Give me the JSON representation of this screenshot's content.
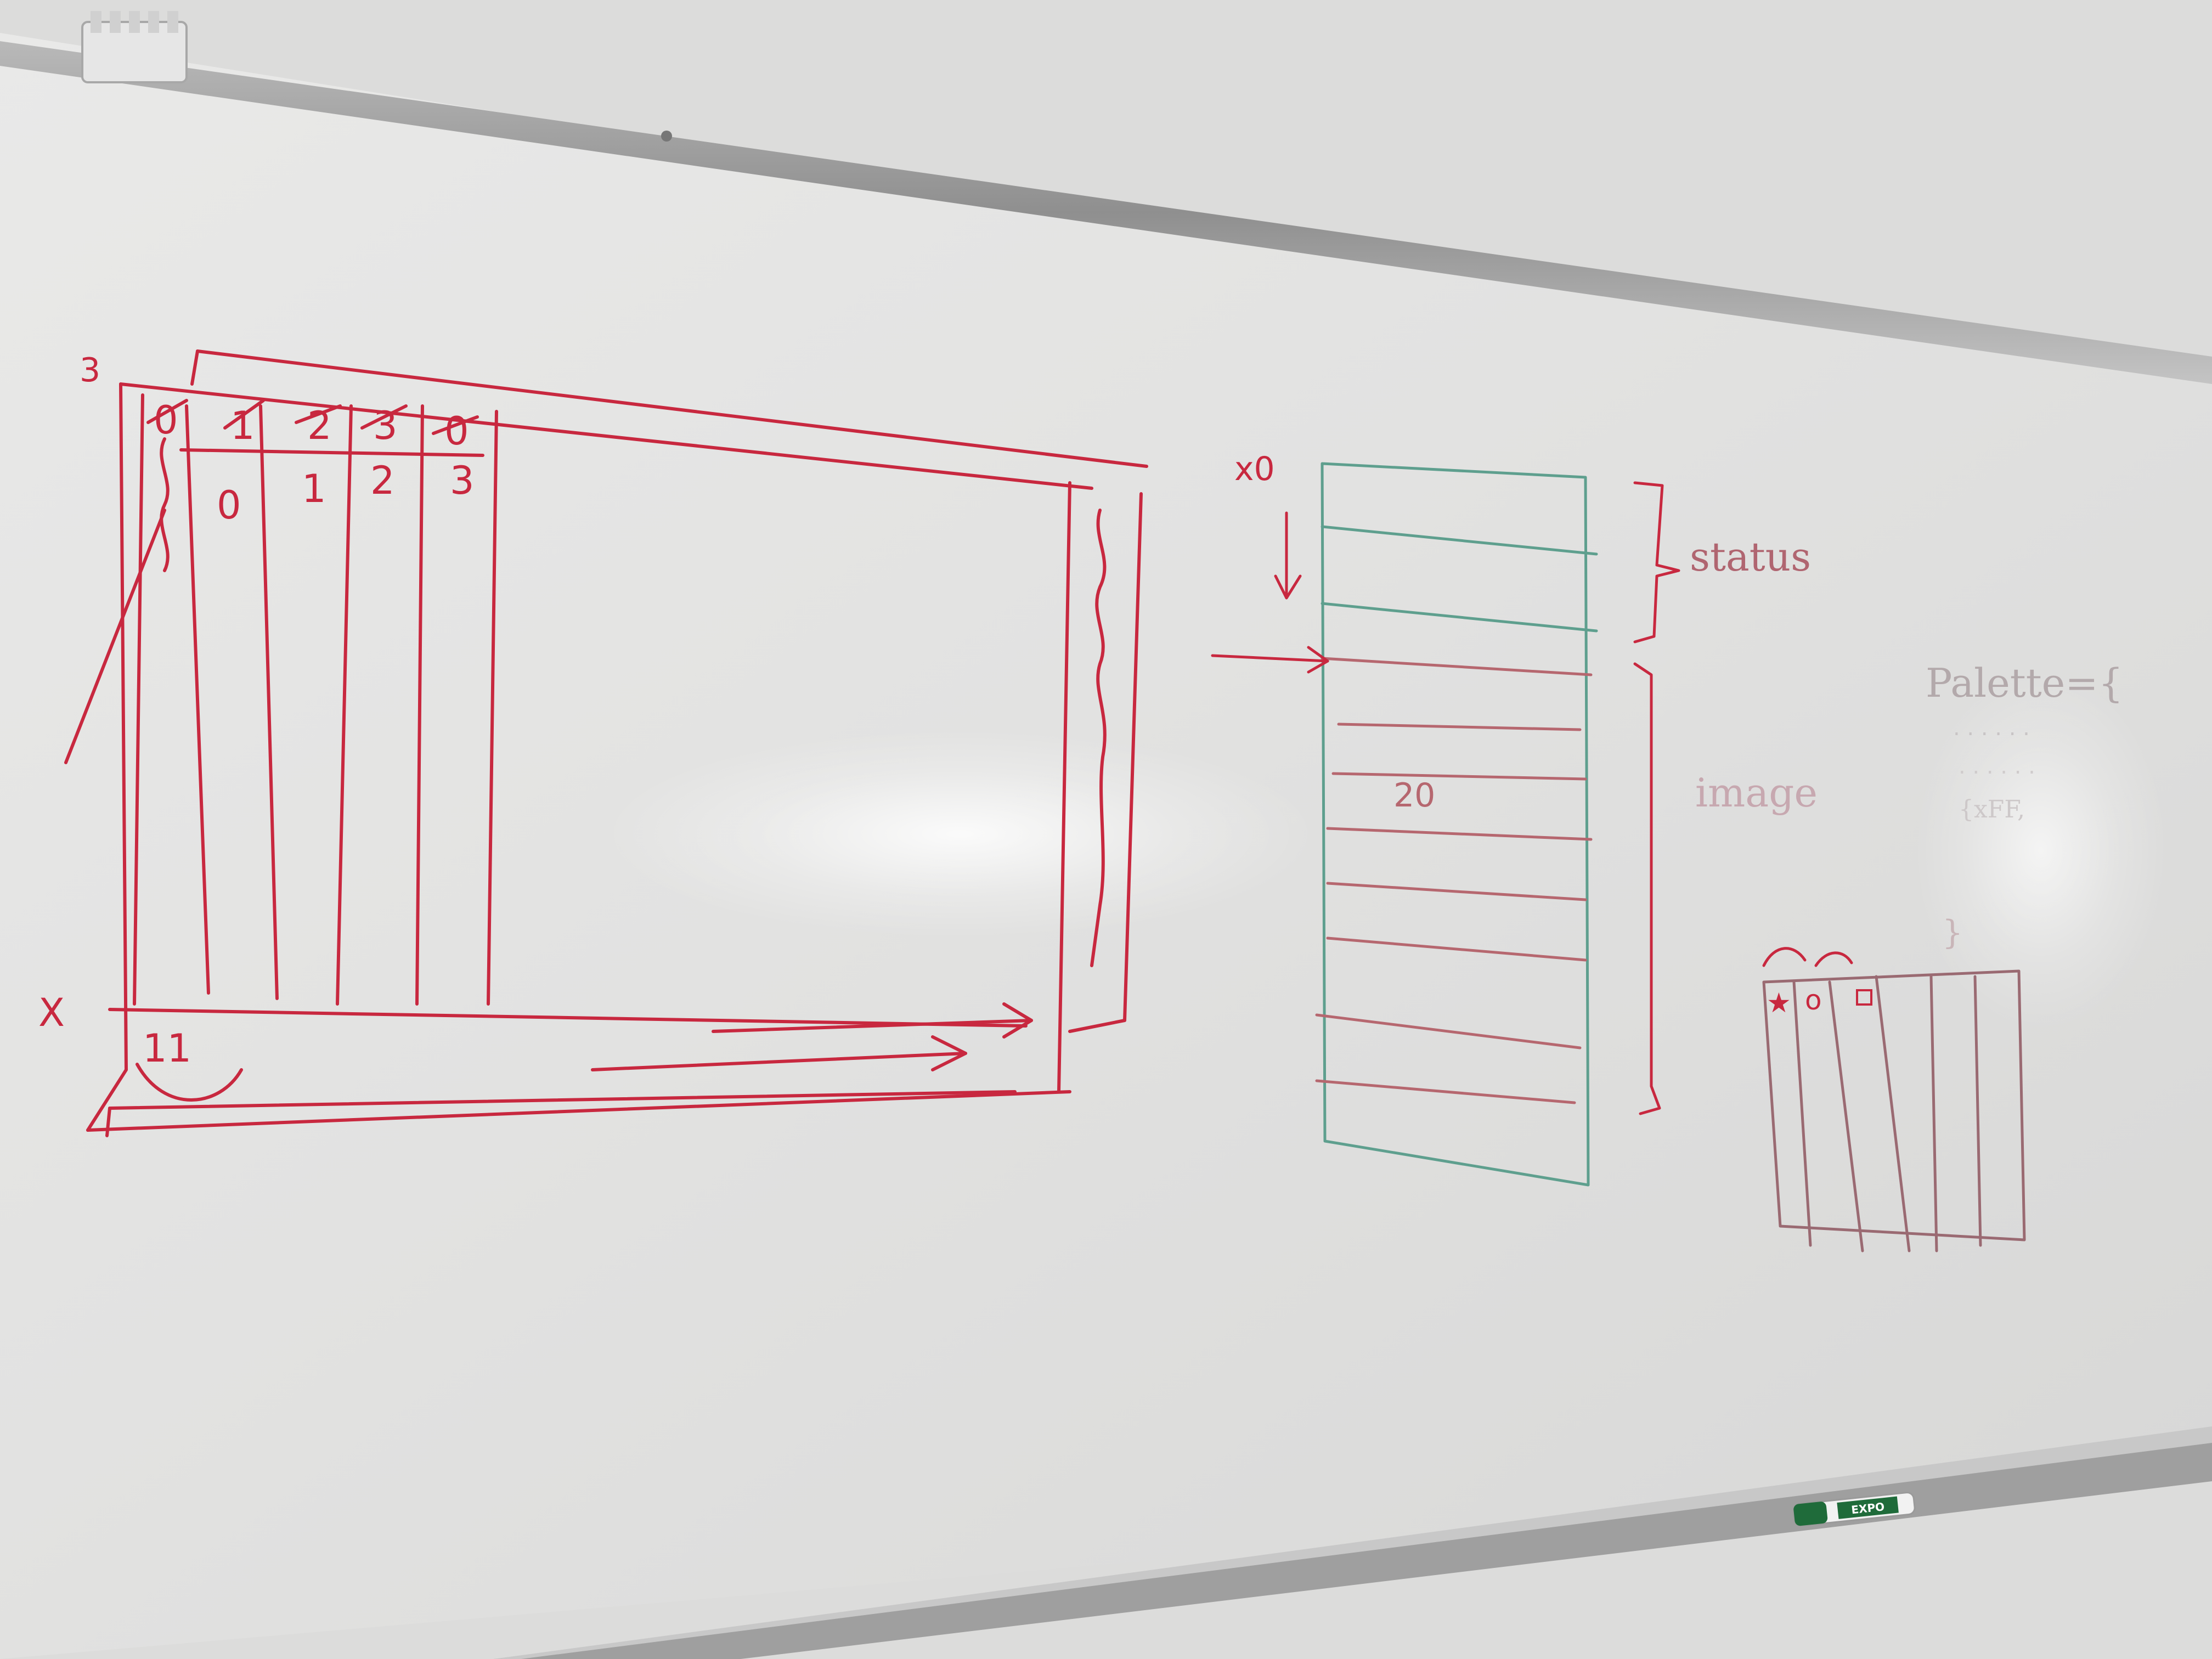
{
  "left_diagram": {
    "label_top": "3",
    "row1_crossed": [
      "0",
      "1",
      "2",
      "3",
      "0"
    ],
    "row2_digits": [
      "0",
      "1",
      "2",
      "3"
    ],
    "label_x": "X",
    "bottom_number": "11"
  },
  "middle_diagram": {
    "label_start": "x0",
    "row_number": "20",
    "label_status": "status",
    "label_image": "image"
  },
  "right_diagram": {
    "palette_label": "Palette={",
    "palette_line": "{xFF,",
    "palette_close": "}",
    "cell_circle": "o"
  },
  "marker": {
    "brand": "EXPO"
  },
  "colors": {
    "red_ink": "#c8283f",
    "teal_ink": "#5e9f8e",
    "marker_green": "#1f6b3a"
  }
}
